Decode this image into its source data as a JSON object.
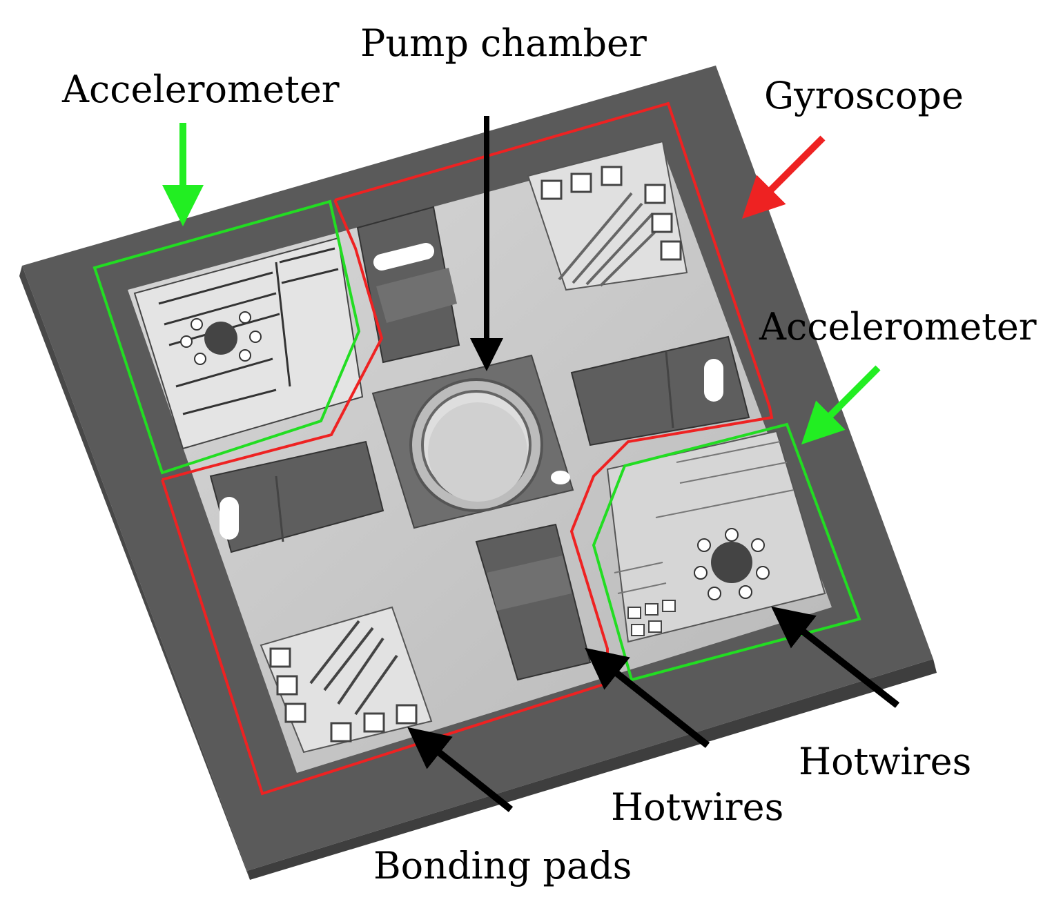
{
  "labels": {
    "pump_chamber": "Pump chamber",
    "accelerometer_left": "Accelerometer",
    "gyroscope": "Gyroscope",
    "accelerometer_right": "Accelerometer",
    "hotwires_right": "Hotwires",
    "hotwires_center": "Hotwires",
    "bonding_pads": "Bonding pads"
  },
  "colors": {
    "accelerometer_outline": "#22dd22",
    "gyroscope_outline": "#ee2222",
    "pointer_arrow": "#000000",
    "chip_frame": "#5e5e5e",
    "chip_surface": "#c8c8c8"
  }
}
